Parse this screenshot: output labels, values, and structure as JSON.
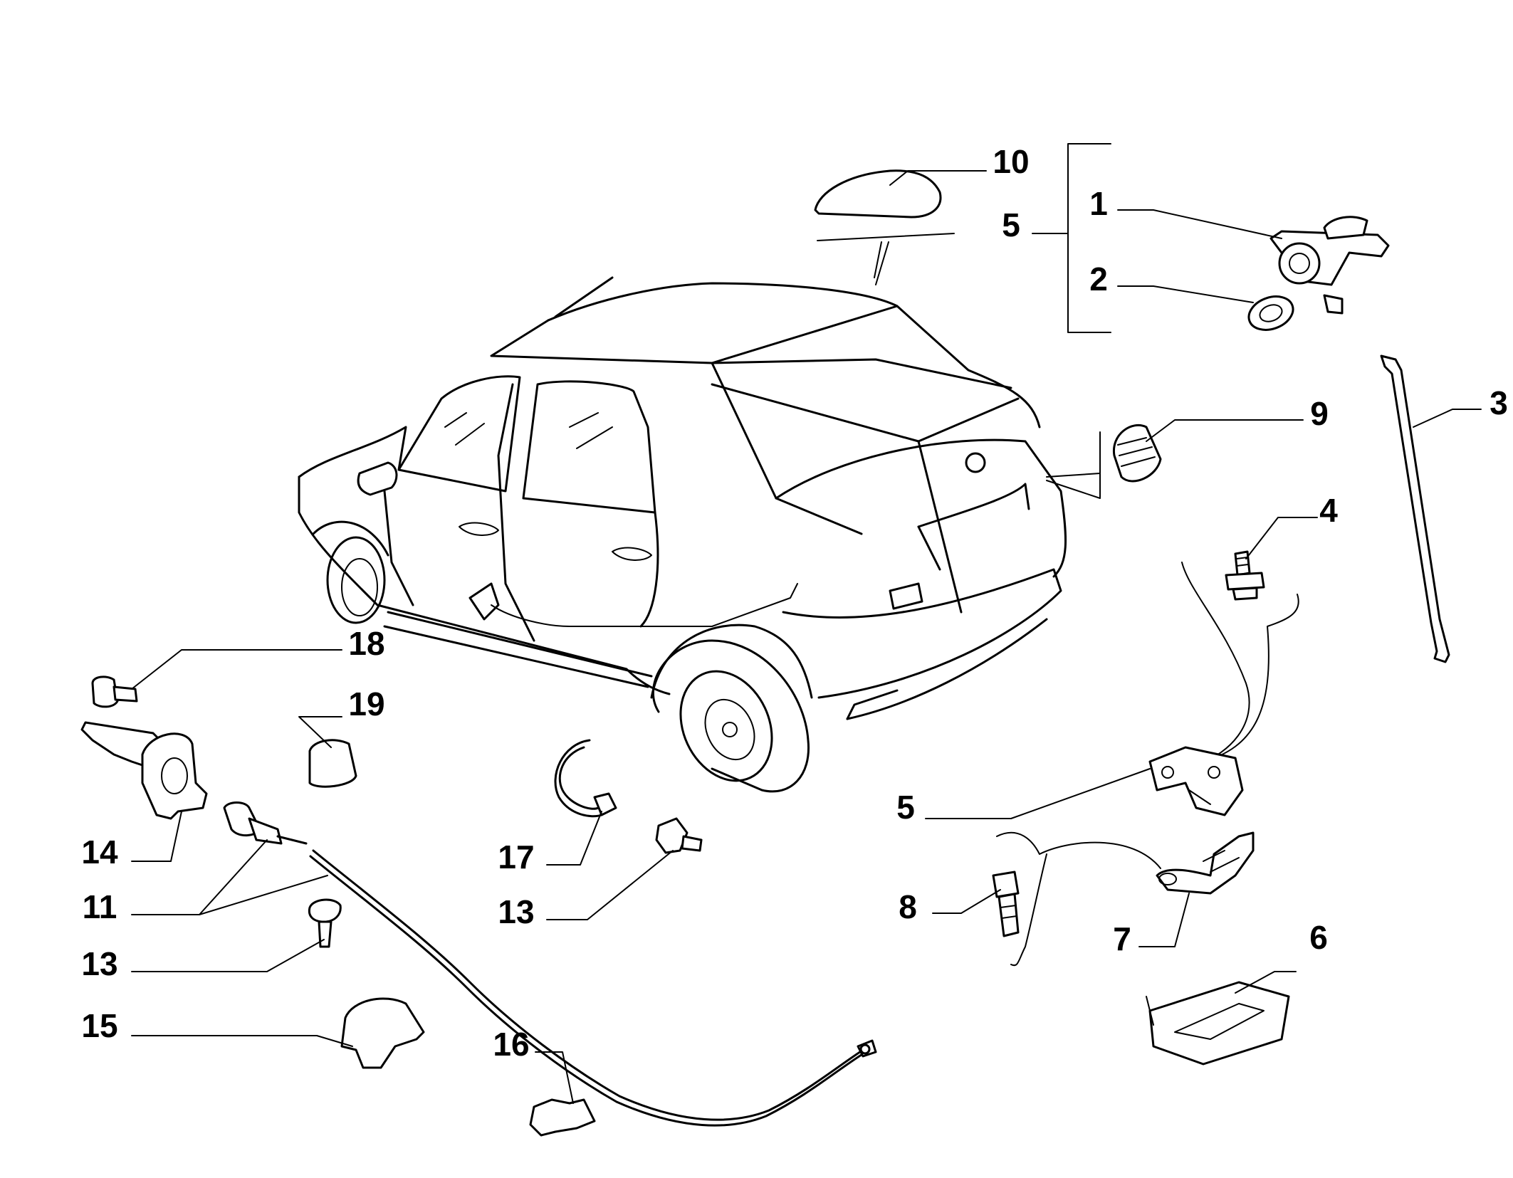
{
  "callouts": [
    {
      "id": "c10a",
      "label": "10"
    },
    {
      "id": "c5a",
      "label": "5"
    },
    {
      "id": "c1",
      "label": "1"
    },
    {
      "id": "c2",
      "label": "2"
    },
    {
      "id": "c3",
      "label": "3"
    },
    {
      "id": "c9",
      "label": "9"
    },
    {
      "id": "c4",
      "label": "4"
    },
    {
      "id": "c18",
      "label": "18"
    },
    {
      "id": "c19",
      "label": "19"
    },
    {
      "id": "c14",
      "label": "14"
    },
    {
      "id": "c11",
      "label": "11"
    },
    {
      "id": "c13a",
      "label": "13"
    },
    {
      "id": "c15",
      "label": "15"
    },
    {
      "id": "c16",
      "label": "16"
    },
    {
      "id": "c17",
      "label": "17"
    },
    {
      "id": "c13b",
      "label": "13"
    },
    {
      "id": "c5b",
      "label": "5"
    },
    {
      "id": "c8",
      "label": "8"
    },
    {
      "id": "c7",
      "label": "7"
    },
    {
      "id": "c6",
      "label": "6"
    }
  ]
}
